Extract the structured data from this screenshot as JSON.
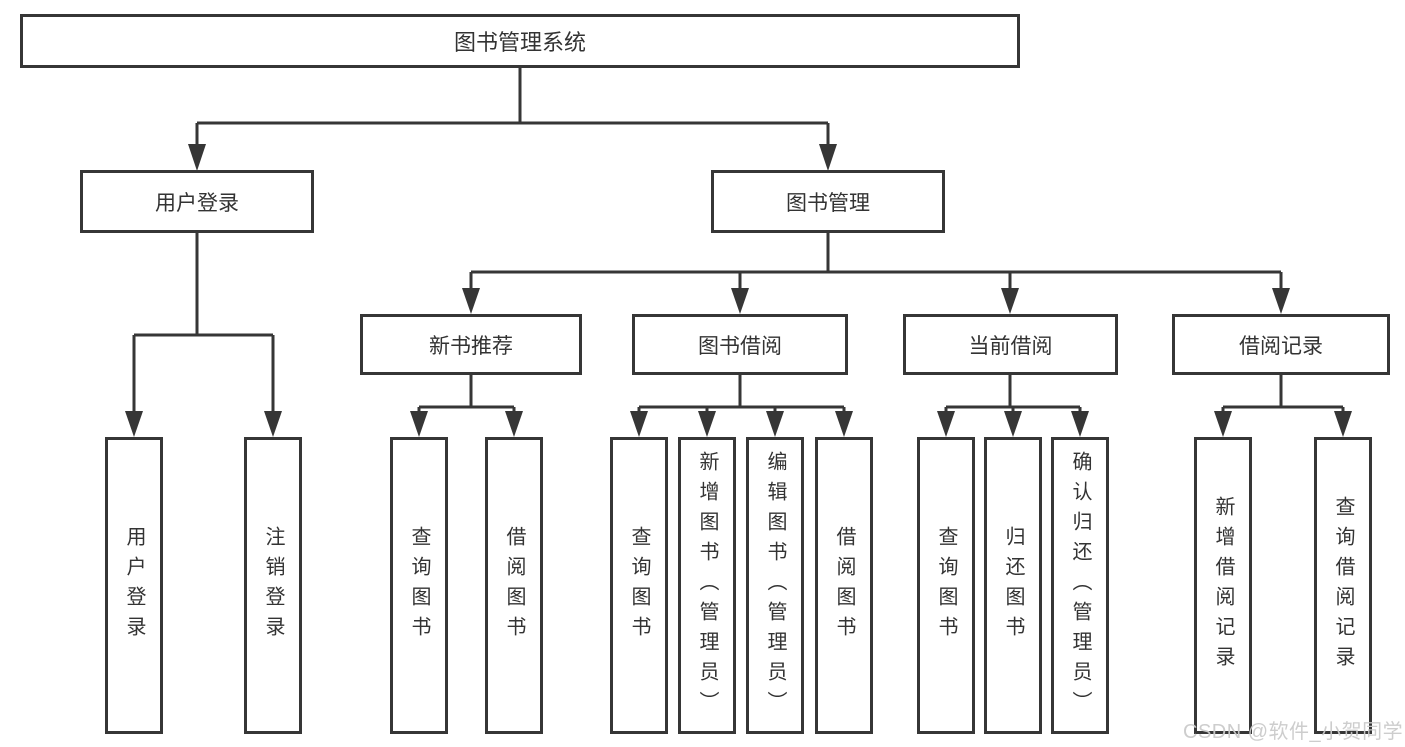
{
  "colors": {
    "line": "#363636",
    "box_border": "#363636",
    "text": "#333333",
    "background": "#ffffff",
    "watermark": "#cbcbcb"
  },
  "watermark": {
    "text": "CSDN @软件_小贺同学"
  },
  "tree": {
    "root": {
      "label": "图书管理系统",
      "children": [
        {
          "label": "用户登录",
          "children": [
            {
              "label": "用户登录"
            },
            {
              "label": "注销登录"
            }
          ]
        },
        {
          "label": "图书管理",
          "children": [
            {
              "label": "新书推荐",
              "children": [
                {
                  "label": "查询图书"
                },
                {
                  "label": "借阅图书"
                }
              ]
            },
            {
              "label": "图书借阅",
              "children": [
                {
                  "label": "查询图书"
                },
                {
                  "label": "新增图书（管理员）"
                },
                {
                  "label": "编辑图书（管理员）"
                },
                {
                  "label": "借阅图书"
                }
              ]
            },
            {
              "label": "当前借阅",
              "children": [
                {
                  "label": "查询图书"
                },
                {
                  "label": "归还图书"
                },
                {
                  "label": "确认归还（管理员）"
                }
              ]
            },
            {
              "label": "借阅记录",
              "children": [
                {
                  "label": "新增借阅记录"
                },
                {
                  "label": "查询借阅记录"
                }
              ]
            }
          ]
        }
      ]
    }
  }
}
